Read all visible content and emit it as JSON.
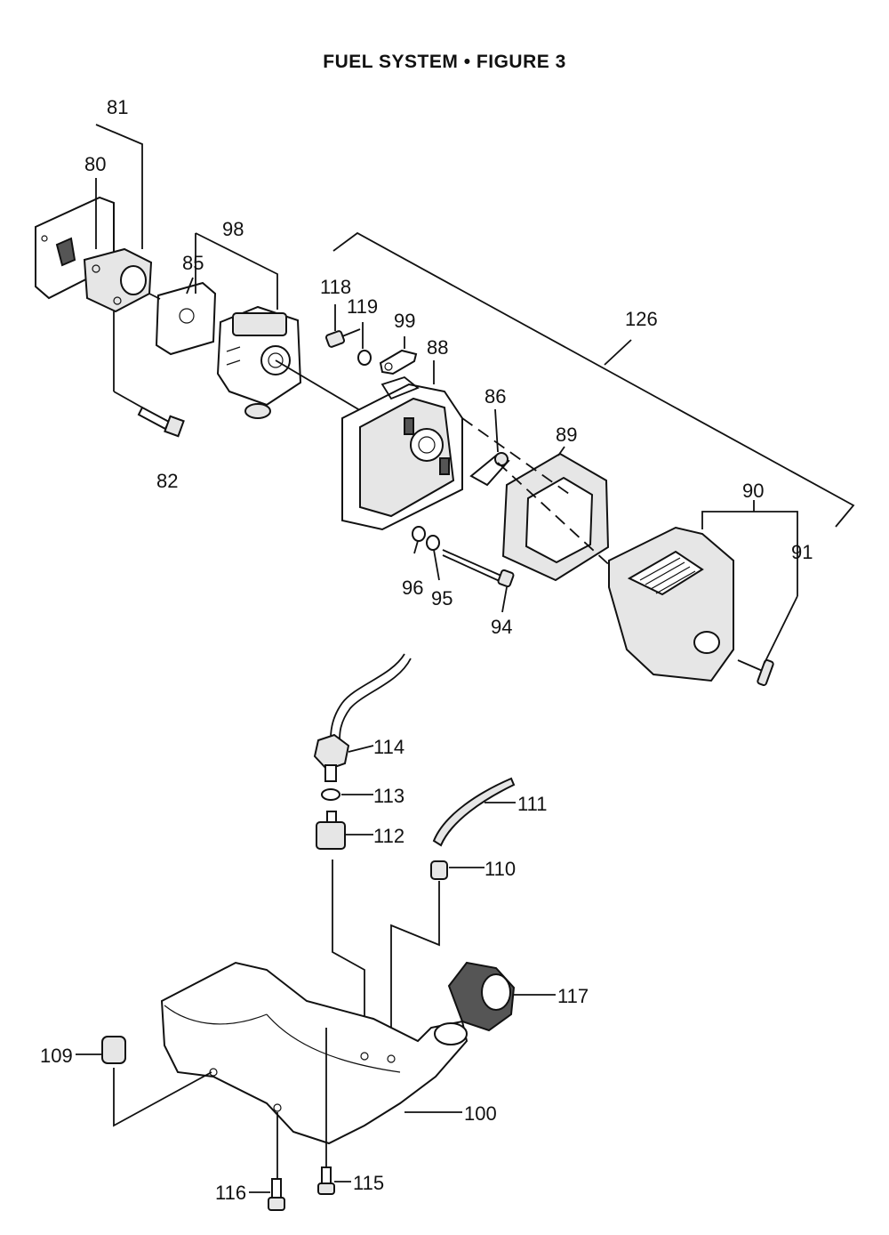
{
  "title": "FUEL SYSTEM  •  FIGURE 3",
  "labels": {
    "l80": "80",
    "l81": "81",
    "l82": "82",
    "l85": "85",
    "l86": "86",
    "l88": "88",
    "l89": "89",
    "l90": "90",
    "l91": "91",
    "l94": "94",
    "l95": "95",
    "l96": "96",
    "l98": "98",
    "l99": "99",
    "l100": "100",
    "l109": "109",
    "l110": "110",
    "l111": "111",
    "l112": "112",
    "l113": "113",
    "l114": "114",
    "l115": "115",
    "l116": "116",
    "l117": "117",
    "l118": "118",
    "l119": "119",
    "l126": "126"
  }
}
